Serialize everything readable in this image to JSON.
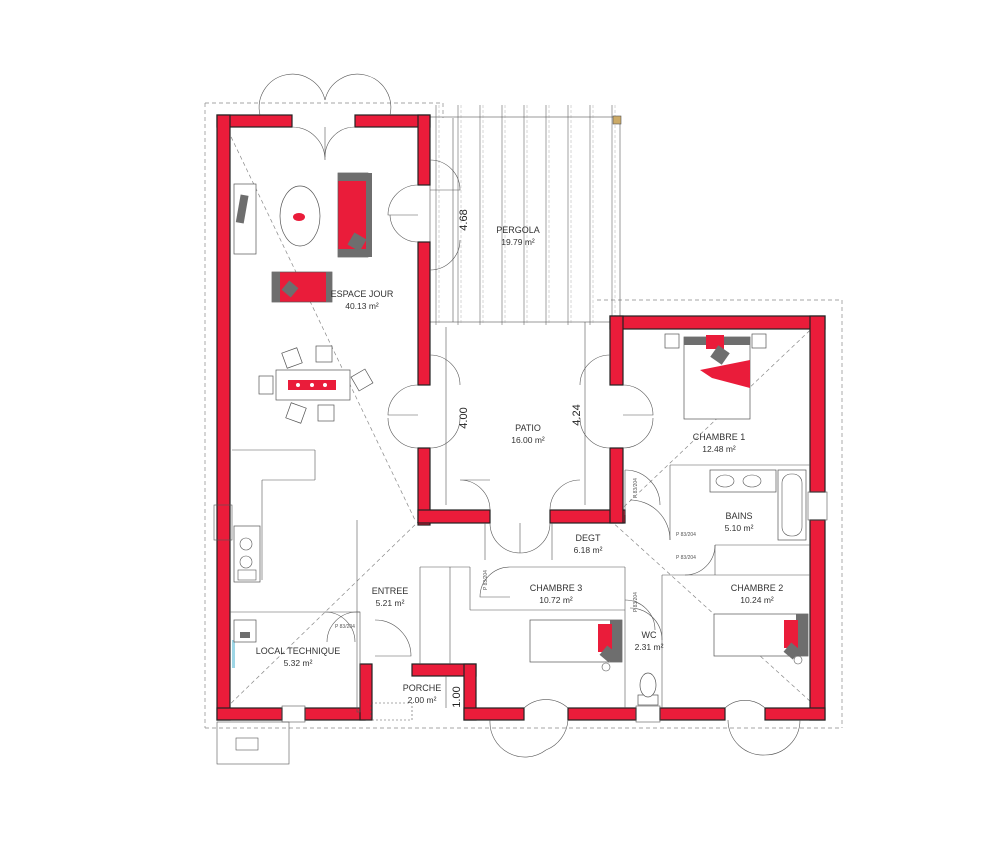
{
  "colors": {
    "wall_fill": "#ea1c3a",
    "wall_stroke": "#222222",
    "accent": "#ea1c3a",
    "furniture_gray": "#6e6e6e"
  },
  "rooms": [
    {
      "name": "ESPACE JOUR",
      "area": "40.13 m²"
    },
    {
      "name": "PERGOLA",
      "area": "19.79 m²"
    },
    {
      "name": "PATIO",
      "area": "16.00 m²"
    },
    {
      "name": "CHAMBRE 1",
      "area": "12.48 m²"
    },
    {
      "name": "BAINS",
      "area": "5.10 m²"
    },
    {
      "name": "DEGT",
      "area": "6.18 m²"
    },
    {
      "name": "CHAMBRE 3",
      "area": "10.72 m²"
    },
    {
      "name": "CHAMBRE 2",
      "area": "10.24 m²"
    },
    {
      "name": "ENTREE",
      "area": "5.21 m²"
    },
    {
      "name": "WC",
      "area": "2.31 m²"
    },
    {
      "name": "LOCAL TECHNIQUE",
      "area": "5.32 m²"
    },
    {
      "name": "PORCHE",
      "area": "2.00 m²"
    }
  ],
  "dimensions": [
    "4.68",
    "4.00",
    "4.24",
    "1.00"
  ],
  "door_marks": {
    "p83": "P 83/204",
    "p83_short": "P 83/204"
  }
}
